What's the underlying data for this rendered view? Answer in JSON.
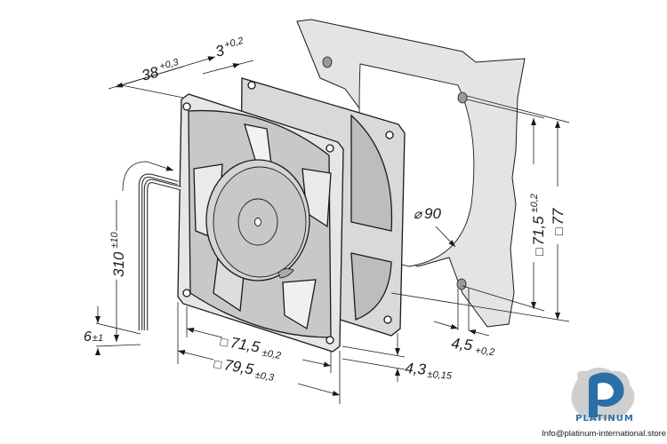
{
  "diagram": {
    "subject": "Axial fan dimensional drawing with mounting panel",
    "colors": {
      "line": "#1a1a1a",
      "panel_fill": "#e4e4e4",
      "fan_light": "#e6e6e6",
      "fan_mid": "#c8c8c8",
      "fan_dark": "#a8a8a8",
      "brand_blue": "#2a6fa8",
      "brand_gray": "#c9c9c9"
    },
    "dimensions": {
      "depth": {
        "value": "38",
        "tolerance": "+0,3"
      },
      "flange": {
        "value": "3",
        "tolerance": "+0,2"
      },
      "lead_length": {
        "value": "310",
        "tolerance": "±10"
      },
      "lead_strip": {
        "value": "6",
        "tolerance": "±1"
      },
      "hole_spacing_front": {
        "symbol": "□",
        "value": "71,5",
        "tolerance": "±0,2"
      },
      "frame_size": {
        "symbol": "□",
        "value": "79,5",
        "tolerance": "±0,3"
      },
      "hole_diameter": {
        "value": "4,3",
        "tolerance": "±0,15"
      },
      "cutout_diameter": {
        "symbol": "⌀",
        "value": "90"
      },
      "panel_hole_spacing": {
        "symbol": "□",
        "value": "71,5",
        "tolerance": "±0,2"
      },
      "panel_cutout_square": {
        "symbol": "□",
        "value": "77"
      },
      "panel_hole_size": {
        "value": "4,5",
        "tolerance": "+0,2"
      }
    }
  },
  "branding": {
    "logo_icon": "platinum-p-logo-icon",
    "name": "PLATINUM",
    "email": "Info@platinum-international.store"
  }
}
